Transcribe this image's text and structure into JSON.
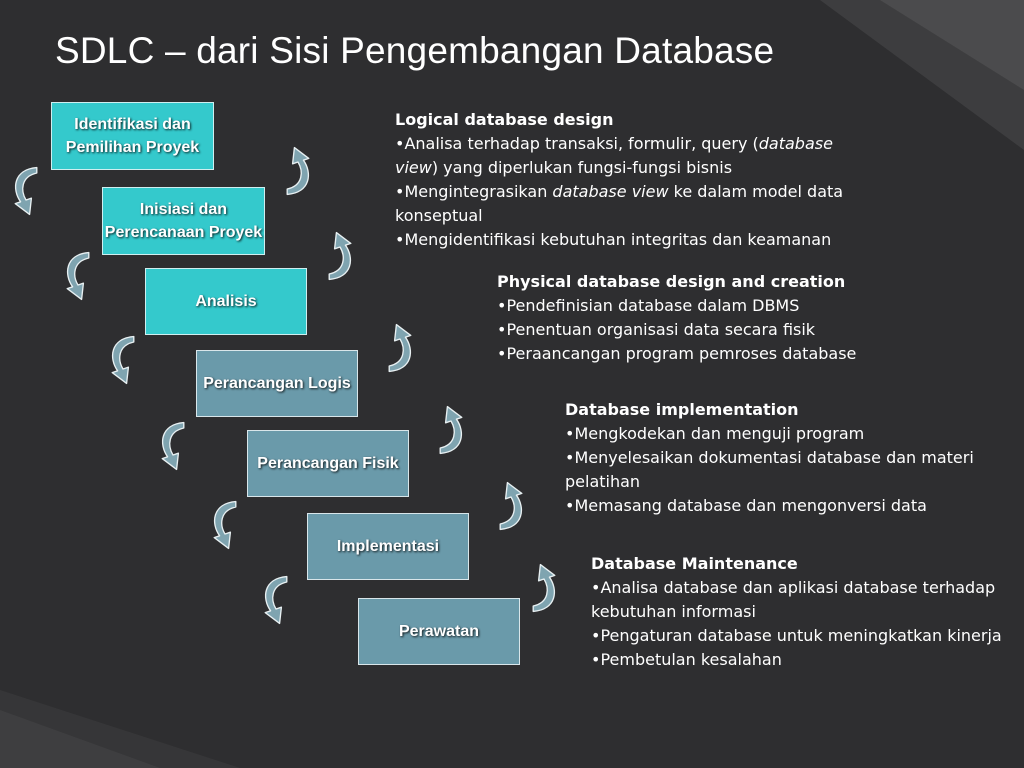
{
  "slide": {
    "title": "SDLC – dari Sisi Pengembangan Database"
  },
  "theme": {
    "background": "#2e2e30",
    "teal_box": "#34c9cc",
    "slate_box": "#6a9aaa",
    "arrow_fill": "#7fa4b0",
    "arrow_outline": "#e8f0f2",
    "text": "#ffffff"
  },
  "steps": [
    {
      "line1": "Identifikasi dan",
      "line2": "Pemilihan Proyek",
      "style": "teal"
    },
    {
      "line1": "Inisiasi dan",
      "line2": "Perencanaan Proyek",
      "style": "teal"
    },
    {
      "line1": "Analisis",
      "line2": "",
      "style": "teal"
    },
    {
      "line1": "Perancangan Logis",
      "line2": "",
      "style": "slate"
    },
    {
      "line1": "Perancangan Fisik",
      "line2": "",
      "style": "slate"
    },
    {
      "line1": "Implementasi",
      "line2": "",
      "style": "slate"
    },
    {
      "line1": "Perawatan",
      "line2": "",
      "style": "slate"
    }
  ],
  "details": {
    "logical": {
      "heading": "Logical database design",
      "b1_a": "•Analisa terhadap transaksi, formulir, query (",
      "b1_b": "database view",
      "b1_c": ") yang diperlukan fungsi-fungsi bisnis",
      "b2_a": "•Mengintegrasikan ",
      "b2_b": "database view",
      "b2_c": " ke dalam model data konseptual",
      "b3": "•Mengidentifikasi kebutuhan integritas dan keamanan"
    },
    "physical": {
      "heading": "Physical database design and creation",
      "items": [
        "•Pendefinisian database dalam DBMS",
        "•Penentuan organisasi data secara fisik",
        "•Peraancangan program pemroses database"
      ]
    },
    "implementation": {
      "heading": "Database implementation",
      "items": [
        "•Mengkodekan dan menguji program",
        "•Menyelesaikan dokumentasi database dan materi pelatihan",
        "•Memasang database dan mengonversi data"
      ]
    },
    "maintenance": {
      "heading": "Database Maintenance",
      "items": [
        "•Analisa database dan aplikasi database terhadap kebutuhan informasi",
        "•Pengaturan database untuk meningkatkan kinerja",
        "•Pembetulan kesalahan"
      ]
    }
  }
}
